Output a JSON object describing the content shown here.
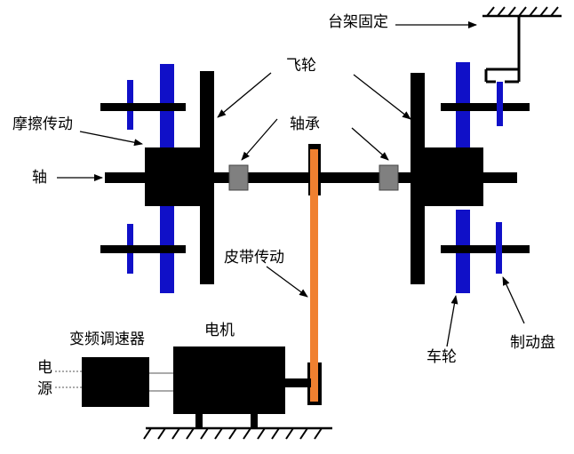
{
  "labels": {
    "frame_fixed": "台架固定",
    "flywheel": "飞轮",
    "friction_drive": "摩擦传动",
    "bearing": "轴承",
    "shaft": "轴",
    "belt_drive": "皮带传动",
    "inverter": "变频调速器",
    "motor": "电机",
    "power_1": "电",
    "power_2": "源",
    "wheel": "车轮",
    "brake_disc": "制动盘"
  },
  "colors": {
    "component": "#000000",
    "wheel": "#1010c8",
    "belt": "#f08030",
    "bearing": "#808080",
    "ground": "#000000"
  }
}
